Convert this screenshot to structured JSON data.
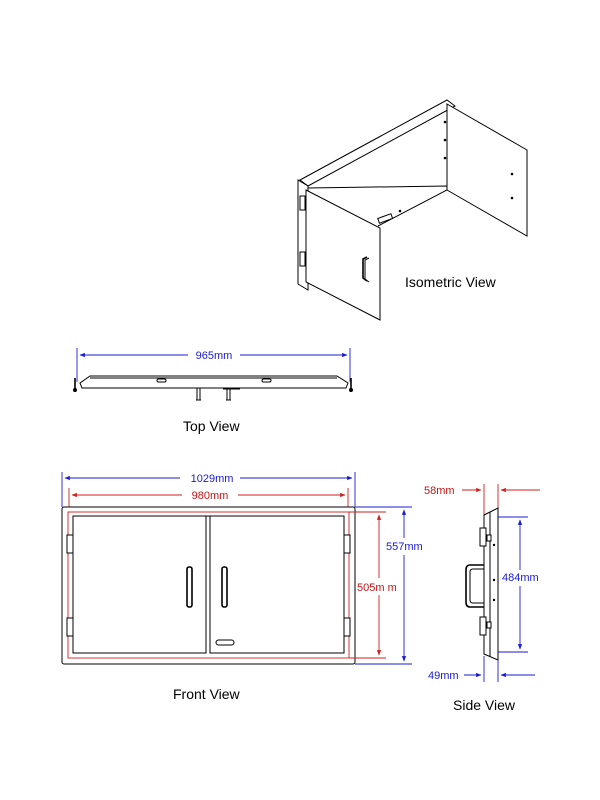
{
  "views": {
    "isometric": "Isometric View",
    "top": "Top View",
    "front": "Front View",
    "side": "Side View"
  },
  "dimensions": {
    "top_width": "965mm",
    "front_outer_width": "1029mm",
    "front_inner_width": "980mm",
    "front_outer_height": "557mm",
    "front_inner_height": "505m m",
    "side_depth_top": "58mm",
    "side_height": "484mm",
    "side_depth_bottom": "49mm"
  },
  "colors": {
    "dimension_blue": "#1a1ad6",
    "dimension_red": "#d21e1e",
    "line": "#000000"
  }
}
